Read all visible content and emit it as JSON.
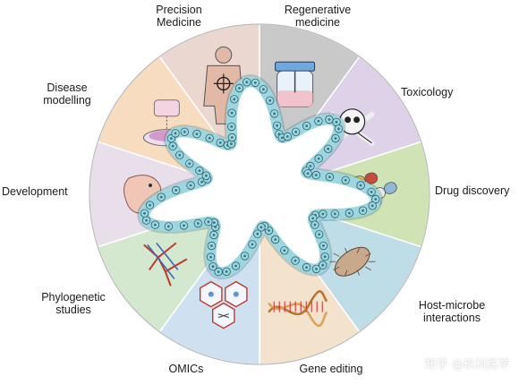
{
  "segments": [
    {
      "id": "precision",
      "lines": [
        "Precision",
        "Medicine"
      ],
      "color": "#ead7cf",
      "icon": "human-body-icon"
    },
    {
      "id": "regenerative",
      "lines": [
        "Regenerative",
        "medicine"
      ],
      "color": "#c9c9c9",
      "icon": "bioreactor-flask-icon"
    },
    {
      "id": "toxicology",
      "lines": [
        "Toxicology"
      ],
      "color": "#ddd2e8",
      "icon": "skull-crossbones-icon"
    },
    {
      "id": "drug",
      "lines": [
        "Drug discovery"
      ],
      "color": "#cfe3b5",
      "icon": "pill-capsules-icon"
    },
    {
      "id": "hostmicrobe",
      "lines": [
        "Host-microbe",
        "interactions"
      ],
      "color": "#bfdde6",
      "icon": "microbe-icon"
    },
    {
      "id": "gene",
      "lines": [
        "Gene editing"
      ],
      "color": "#f4e3cc",
      "icon": "dna-helix-icon"
    },
    {
      "id": "omics",
      "lines": [
        "OMICs"
      ],
      "color": "#cfe0f0",
      "icon": "molecule-hexagon-icon"
    },
    {
      "id": "phylo",
      "lines": [
        "Phylogenetic",
        "studies"
      ],
      "color": "#d3e8cf",
      "icon": "phylogenetic-tree-icon"
    },
    {
      "id": "development",
      "lines": [
        "Development"
      ],
      "color": "#e8dfea",
      "icon": "embryo-icon"
    },
    {
      "id": "disease",
      "lines": [
        "Disease",
        "modelling"
      ],
      "color": "#f7dcc0",
      "icon": "petri-dish-icon"
    }
  ],
  "organoid_color": "#9ed6e0",
  "organoid_stroke": "#2b5f6b",
  "watermark": "知乎 @玖科医学"
}
